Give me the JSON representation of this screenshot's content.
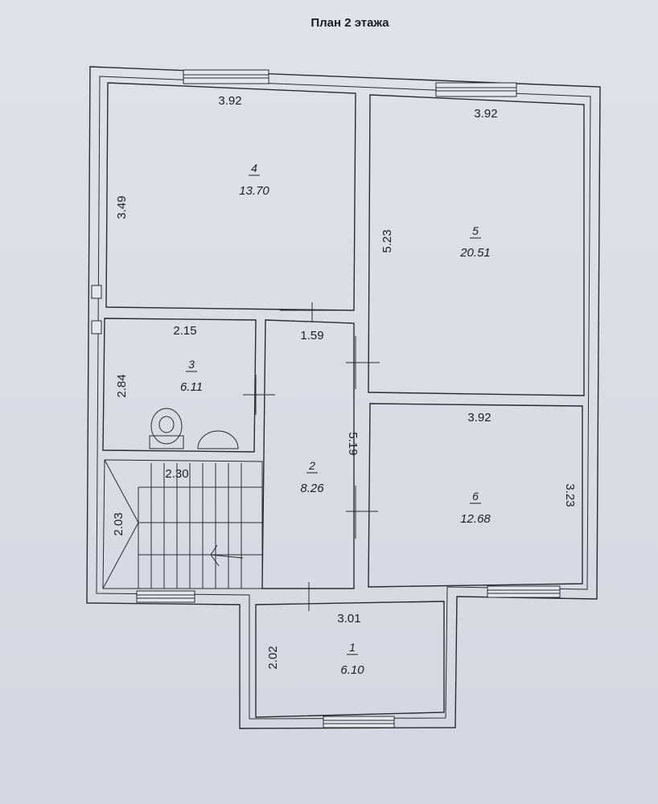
{
  "title": "План 2 этажа",
  "rooms": [
    {
      "id": "4",
      "number": "4",
      "area": "13.70",
      "width_label": "3.92",
      "height_label": "3.49"
    },
    {
      "id": "5",
      "number": "5",
      "area": "20.51",
      "width_label": "3.92",
      "height_label": "5.23"
    },
    {
      "id": "3",
      "number": "3",
      "area": "6.11",
      "width_label": "2.15",
      "height_label": "2.84"
    },
    {
      "id": "2",
      "number": "2",
      "area": "8.26",
      "width_label": "1.59",
      "height_label": "5.19"
    },
    {
      "id": "6",
      "number": "6",
      "area": "12.68",
      "width_label": "3.92",
      "height_label": "3.23"
    },
    {
      "id": "1",
      "number": "1",
      "area": "6.10",
      "width_label": "3.01",
      "height_label": "2.02"
    },
    {
      "id": "stairs",
      "width_label": "2.30",
      "height_label": "2.03"
    }
  ]
}
